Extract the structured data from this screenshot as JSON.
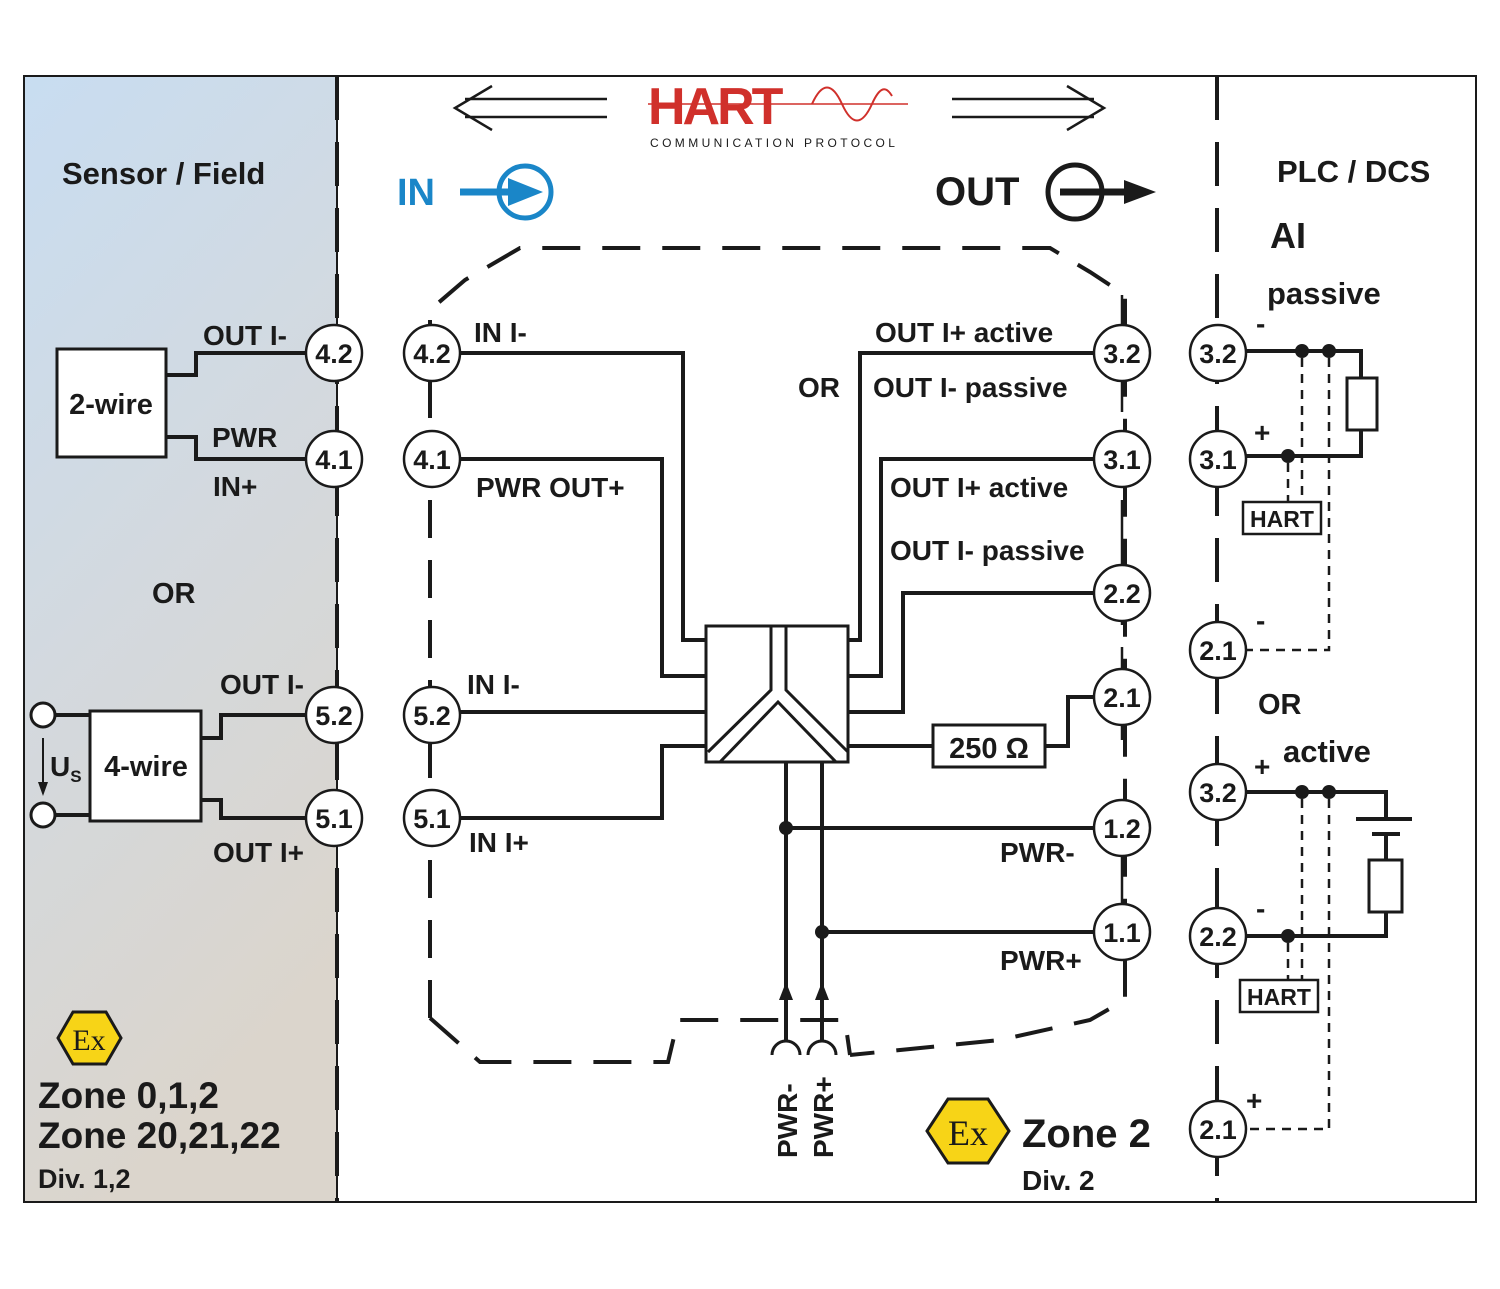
{
  "header": {
    "brand": "HART",
    "brand_subtitle": "COMMUNICATION PROTOCOL",
    "brand_color": "#d0302b",
    "in_label": "IN",
    "in_color": "#1a86c8",
    "out_label": "OUT"
  },
  "zones": {
    "left": {
      "title": "Sensor / Field",
      "or_label": "OR",
      "ex_symbol": "Ex",
      "zone_line1": "Zone 0,1,2",
      "zone_line2": "Zone 20,21,22",
      "division": "Div. 1,2",
      "bg_top": "#c9def0",
      "bg_bottom": "#d9d4cc"
    },
    "right": {
      "title": "PLC / DCS",
      "ai_label": "AI",
      "passive_label": "passive",
      "or_label": "OR",
      "active_label": "active",
      "hart_box": "HART",
      "minus": "-",
      "plus": "+"
    },
    "middle": {
      "ex_symbol": "Ex",
      "zone": "Zone 2",
      "division": "Div. 2"
    }
  },
  "field_devices": {
    "two_wire": {
      "label": "2-wire",
      "out_label": "OUT I-",
      "pwr_label": "PWR",
      "in_label": "IN+"
    },
    "four_wire": {
      "label": "4-wire",
      "out_minus_label": "OUT I-",
      "out_plus_label": "OUT I+",
      "supply_label": "U",
      "supply_sub": "S"
    }
  },
  "terminals": {
    "field_side": [
      "4.2",
      "4.1",
      "5.2",
      "5.1"
    ],
    "input_side": [
      "4.2",
      "4.1",
      "5.2",
      "5.1"
    ],
    "output_side": [
      "3.2",
      "3.1",
      "2.2",
      "2.1",
      "1.2",
      "1.1"
    ],
    "plc_passive": [
      "3.2",
      "3.1",
      "2.1"
    ],
    "plc_active": [
      "3.2",
      "2.2",
      "2.1"
    ]
  },
  "module_labels": {
    "in_minus_top": "IN I-",
    "pwr_out_plus": "PWR OUT+",
    "in_minus_bottom": "IN I-",
    "in_plus": "IN I+",
    "out_32_active": "OUT I+ active",
    "or": "OR",
    "out_32_passive": "OUT I- passive",
    "out_31_active": "OUT I+ active",
    "out_31_passive": "OUT I- passive",
    "resistor": "250 Ω",
    "pwr_minus": "PWR-",
    "pwr_plus": "PWR+",
    "bus_pwr_minus": "PWR-",
    "bus_pwr_plus": "PWR+"
  }
}
